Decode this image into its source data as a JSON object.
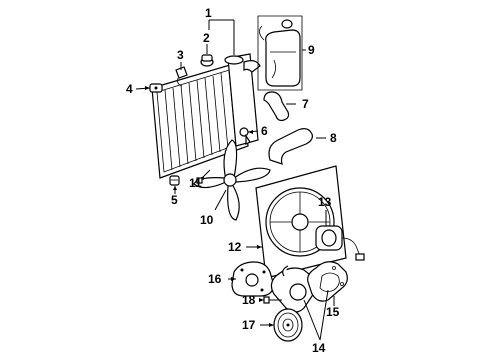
{
  "callouts": {
    "c1": "1",
    "c2": "2",
    "c3": "3",
    "c4": "4",
    "c5": "5",
    "c6": "6",
    "c7": "7",
    "c8": "8",
    "c9": "9",
    "c10": "10",
    "c11": "11",
    "c12": "12",
    "c13": "13",
    "c14": "14",
    "c15": "15",
    "c16": "16",
    "c17": "17",
    "c18": "18"
  },
  "icons": [
    "radiator",
    "reservoir-tank",
    "hose",
    "fan",
    "fan-shroud",
    "motor",
    "water-pump",
    "pulley",
    "gasket",
    "bolt",
    "cap",
    "plug",
    "clip"
  ]
}
